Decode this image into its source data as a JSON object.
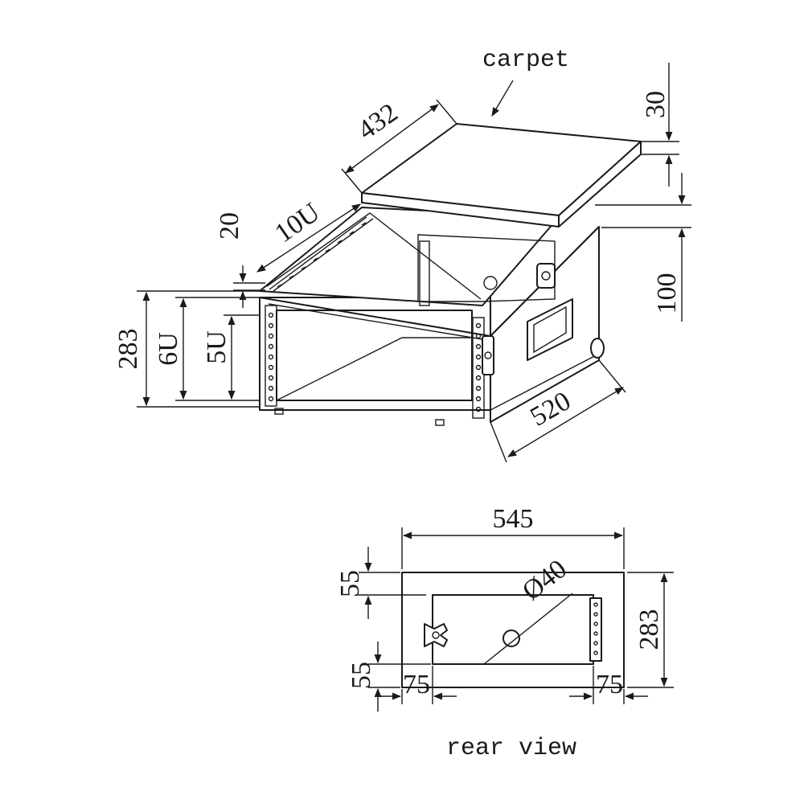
{
  "labels": {
    "carpet": "carpet",
    "rear_view": "rear view",
    "d30": "30",
    "d432": "432",
    "d10u": "10U",
    "d20": "20",
    "d100": "100",
    "d283_top": "283",
    "d6u": "6U",
    "d5u": "5U",
    "d520": "520",
    "d545": "545",
    "d55_top": "55",
    "d40": "Ø40",
    "d283_rear": "283",
    "d55_bottom": "55",
    "d75_left": "75",
    "d75_right": "75"
  }
}
